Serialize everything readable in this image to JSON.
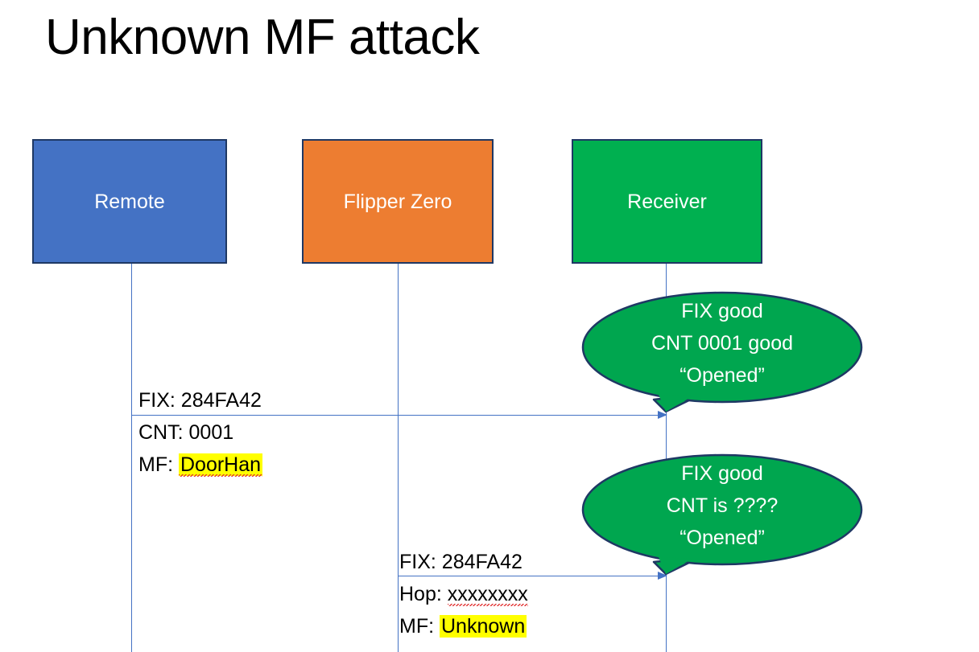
{
  "slide": {
    "title": "Unknown MF attack"
  },
  "colors": {
    "remote_fill": "#4472C4",
    "flipper_fill": "#ED7D31",
    "receiver_fill": "#00B050",
    "box_border": "#1F3864",
    "lifeline": "#4472C4",
    "callout_fill": "#00A64F",
    "callout_border": "#1F3864",
    "highlight": "#FFFF00",
    "text": "#000000",
    "box_text": "#FFFFFF"
  },
  "actors": [
    {
      "id": "remote",
      "label": "Remote"
    },
    {
      "id": "flipper",
      "label": "Flipper Zero"
    },
    {
      "id": "receiver",
      "label": "Receiver"
    }
  ],
  "messages": [
    {
      "id": "msg-1",
      "from": "remote",
      "to": "receiver",
      "lines": [
        {
          "label": "FIX:",
          "value": "284FA42",
          "highlighted": false,
          "misspelled": false
        },
        {
          "label": "CNT:",
          "value": "0001",
          "highlighted": false,
          "misspelled": false
        },
        {
          "label": "MF:",
          "value": "DoorHan",
          "highlighted": true,
          "misspelled": true
        }
      ]
    },
    {
      "id": "msg-2",
      "from": "flipper",
      "to": "receiver",
      "lines": [
        {
          "label": "FIX:",
          "value": "284FA42",
          "highlighted": false,
          "misspelled": false
        },
        {
          "label": "Hop:",
          "value": "xxxxxxxx",
          "highlighted": false,
          "misspelled": true
        },
        {
          "label": "MF:",
          "value": "Unknown",
          "highlighted": true,
          "misspelled": false
        }
      ]
    }
  ],
  "callouts": [
    {
      "id": "callout-1",
      "target": "msg-1",
      "lines": [
        "FIX good",
        "CNT 0001 good",
        "“Opened”"
      ]
    },
    {
      "id": "callout-2",
      "target": "msg-2",
      "lines": [
        "FIX good",
        "CNT is ????",
        "“Opened”"
      ]
    }
  ]
}
